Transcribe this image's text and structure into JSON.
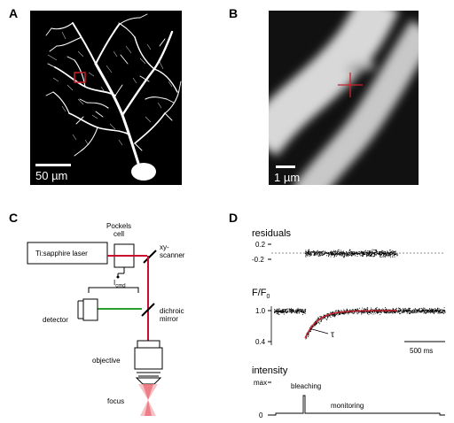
{
  "panels": {
    "a": "A",
    "b": "B",
    "c": "C",
    "d": "D"
  },
  "image_a": {
    "scalebar": "50 µm"
  },
  "image_b": {
    "scalebar": "1 µm"
  },
  "setup": {
    "laser": "Ti:sapphire laser",
    "pockels": "Pockels\ncell",
    "xy_scanner": "xy-\nscanner",
    "icmd_main": "I",
    "icmd_sub": "cmd",
    "detector": "detector",
    "dichroic": "dichroic\nmirror",
    "objective": "objective",
    "focus": "focus"
  },
  "traces": {
    "residuals_title": "residuals",
    "residuals_ticks": [
      "0.2",
      "-0.2"
    ],
    "ff0_title": "F/F",
    "ff0_sub": "0",
    "ff0_ticks": [
      "1.0",
      "0.4"
    ],
    "tau": "τ",
    "timebar": "500 ms",
    "intensity_title": "intensity",
    "intensity_ticks": [
      "max",
      "0"
    ],
    "bleaching": "bleaching",
    "monitoring": "monitoring"
  },
  "colors": {
    "beam": "#c8102e",
    "detector_path": "#2aa02a",
    "fit": "#d0202c"
  }
}
